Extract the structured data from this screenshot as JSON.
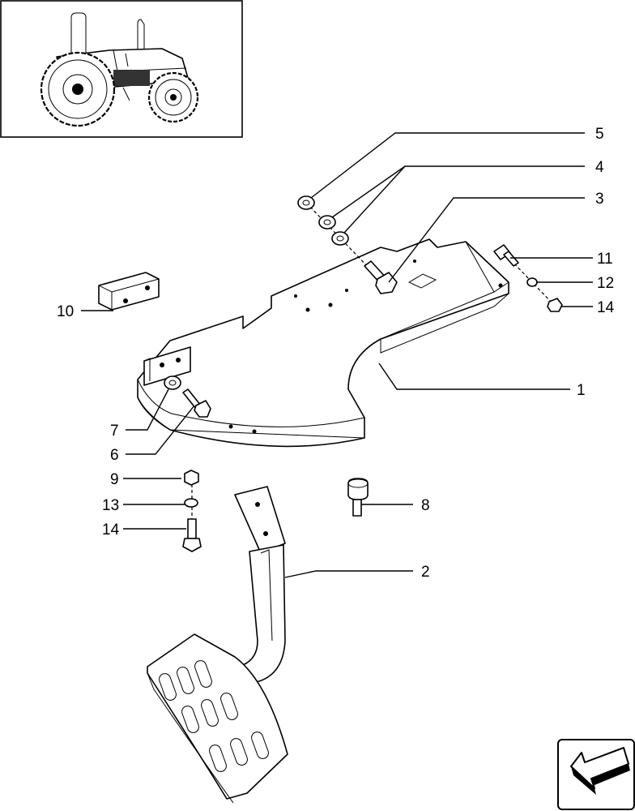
{
  "callouts": {
    "c1": "1",
    "c2": "2",
    "c3": "3",
    "c4": "4",
    "c5": "5",
    "c6": "6",
    "c7": "7",
    "c8": "8",
    "c9": "9",
    "c10": "10",
    "c11": "11",
    "c12": "12",
    "c13": "13",
    "c14a": "14",
    "c14b": "14"
  },
  "icons": {
    "tractor_thumbnail": "tractor-icon",
    "navigation_arrow": "arrow-icon"
  }
}
